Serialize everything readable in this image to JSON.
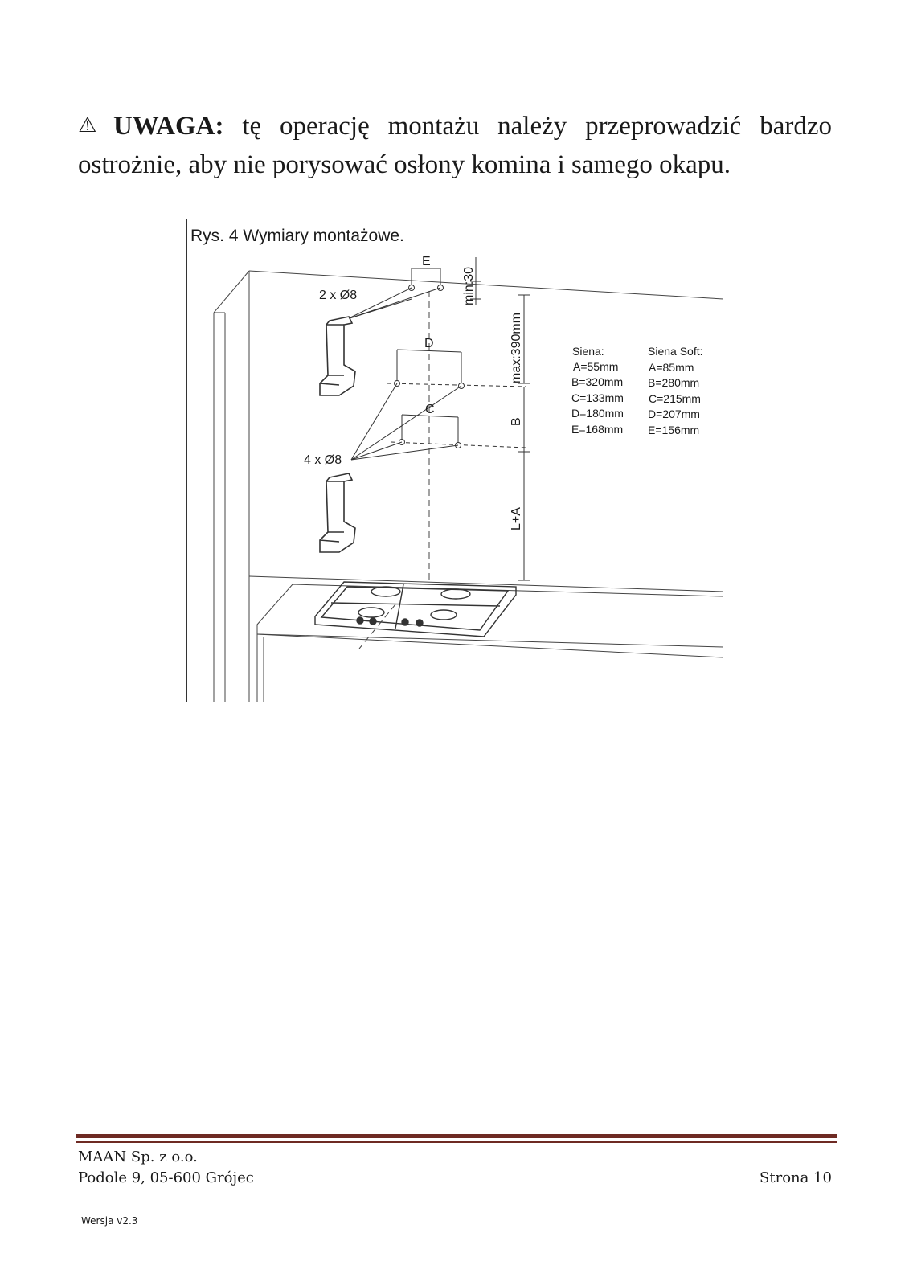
{
  "warning": {
    "icon": "warning-triangle-icon",
    "label": "UWAGA:",
    "text": "tę operację montażu należy przeprowadzić bardzo ostrożnie, aby nie porysować osłony komina i samego okapu."
  },
  "figure": {
    "caption": "Rys. 4 Wymiary montażowe.",
    "labels": {
      "E": "E",
      "min30": "min:30",
      "holes_top": "2 x Ø8",
      "D": "D",
      "max390": "max:390mm",
      "C": "C",
      "B": "B",
      "holes_bottom": "4 x Ø8",
      "LA": "L+A"
    },
    "models": [
      {
        "name": "Siena:",
        "values": [
          "A=55mm",
          "B=320mm",
          "C=133mm",
          "D=180mm",
          "E=168mm"
        ]
      },
      {
        "name": "Siena Soft:",
        "values": [
          "A=85mm",
          "B=280mm",
          "C=215mm",
          "D=207mm",
          "E=156mm"
        ]
      }
    ]
  },
  "footer": {
    "company": "MAAN Sp. z o.o.",
    "address": "Podole 9, 05-600 Grójec",
    "page": "Strona 10",
    "version": "Wersja v2.3",
    "rule_color": "#6e2a23"
  }
}
